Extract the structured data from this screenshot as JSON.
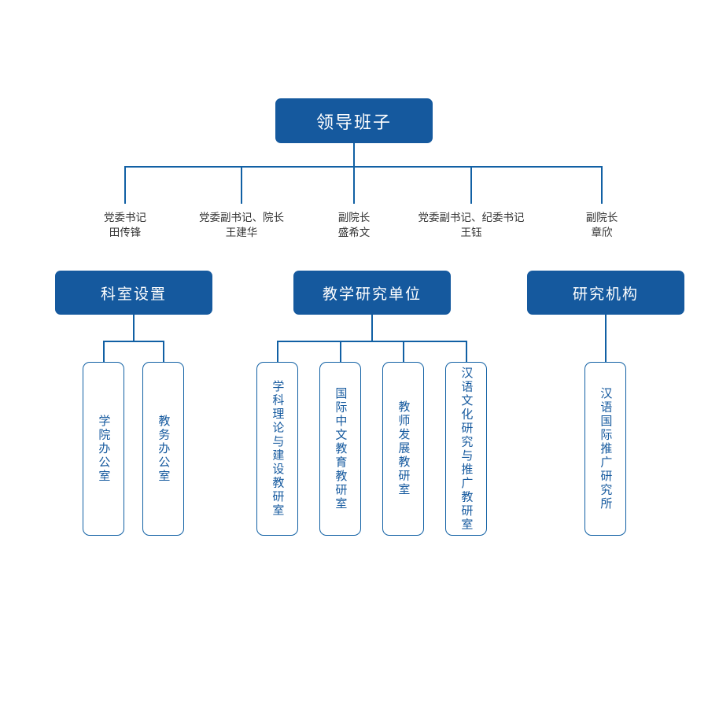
{
  "root": {
    "label": "领导班子"
  },
  "leaders": [
    {
      "title": "党委书记",
      "name": "田传锋"
    },
    {
      "title": "党委副书记、院长",
      "name": "王建华"
    },
    {
      "title": "副院长",
      "name": "盛希文"
    },
    {
      "title": "党委副书记、纪委书记",
      "name": "王钰"
    },
    {
      "title": "副院长",
      "name": "章欣"
    }
  ],
  "groups": [
    {
      "label": "科室设置",
      "children": [
        {
          "label": "学院办公室"
        },
        {
          "label": "教务办公室"
        }
      ]
    },
    {
      "label": "教学研究单位",
      "children": [
        {
          "label": "学科理论与建设教研室"
        },
        {
          "label": "国际中文教育教研室"
        },
        {
          "label": "教师发展教研室"
        },
        {
          "label": "汉语文化研究与推广教研室"
        }
      ]
    },
    {
      "label": "研究机构",
      "children": [
        {
          "label": "汉语国际推广研究所"
        }
      ]
    }
  ],
  "colors": {
    "fill": "#15599e",
    "line": "#1160a4",
    "leaf_text": "#15599e",
    "leader_text": "#333333",
    "background": "#ffffff"
  }
}
